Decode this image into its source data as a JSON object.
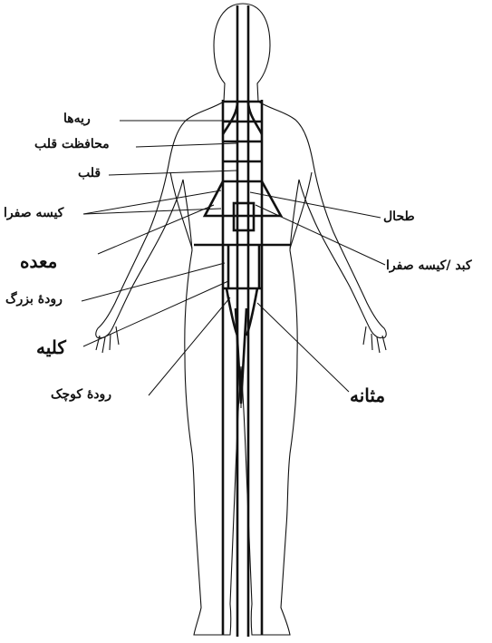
{
  "labels": {
    "lungs": "ریه‌ها",
    "pericardium": "محافظت قلب",
    "heart": "قلب",
    "gallbladder": "کیسه صفرا",
    "stomach": "معده",
    "large_intestine": "رودهٔ بزرگ",
    "kidney": "کلیه",
    "small_intestine": "رودهٔ کوچک",
    "spleen": "طحال",
    "liver_gallbladder": "کبد /کیسه صفرا",
    "bladder": "مثانه"
  },
  "colors": {
    "line": "#111111",
    "background": "#ffffff"
  }
}
